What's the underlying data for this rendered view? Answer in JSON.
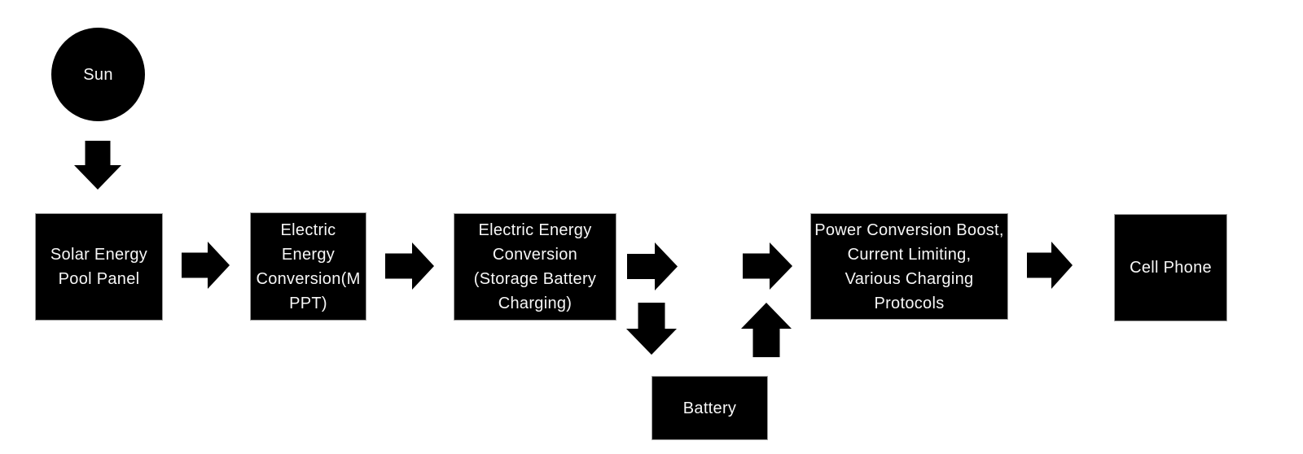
{
  "colors": {
    "node_fill": "#000000",
    "node_text": "#f7f7f7",
    "node_border": "#9e9e9e",
    "arrow": "#000000",
    "background": "#ffffff"
  },
  "nodes": {
    "sun": {
      "shape": "circle",
      "label": "Sun"
    },
    "solar_panel": {
      "shape": "rect",
      "lines": [
        "Solar Energy",
        "Pool Panel"
      ]
    },
    "mppt": {
      "shape": "rect",
      "lines": [
        "Electric",
        "Energy",
        "Conversion(M",
        "PPT)"
      ]
    },
    "storage_charging": {
      "shape": "rect",
      "lines": [
        "Electric Energy",
        "Conversion",
        "(Storage Battery",
        "Charging)"
      ]
    },
    "battery": {
      "shape": "rect",
      "label": "Battery"
    },
    "power_conversion": {
      "shape": "rect",
      "lines": [
        "Power Conversion Boost,",
        "Current Limiting,",
        "Various Charging",
        "Protocols"
      ]
    },
    "cell_phone": {
      "shape": "rect",
      "label": "Cell Phone"
    }
  },
  "arrows": [
    {
      "id": "sun-to-panel",
      "direction": "down"
    },
    {
      "id": "panel-to-mppt",
      "direction": "right"
    },
    {
      "id": "mppt-to-storage",
      "direction": "right"
    },
    {
      "id": "storage-right",
      "direction": "right"
    },
    {
      "id": "storage-to-battery",
      "direction": "down"
    },
    {
      "id": "battery-up",
      "direction": "up"
    },
    {
      "id": "junction-to-power",
      "direction": "right"
    },
    {
      "id": "power-to-phone",
      "direction": "right"
    }
  ]
}
